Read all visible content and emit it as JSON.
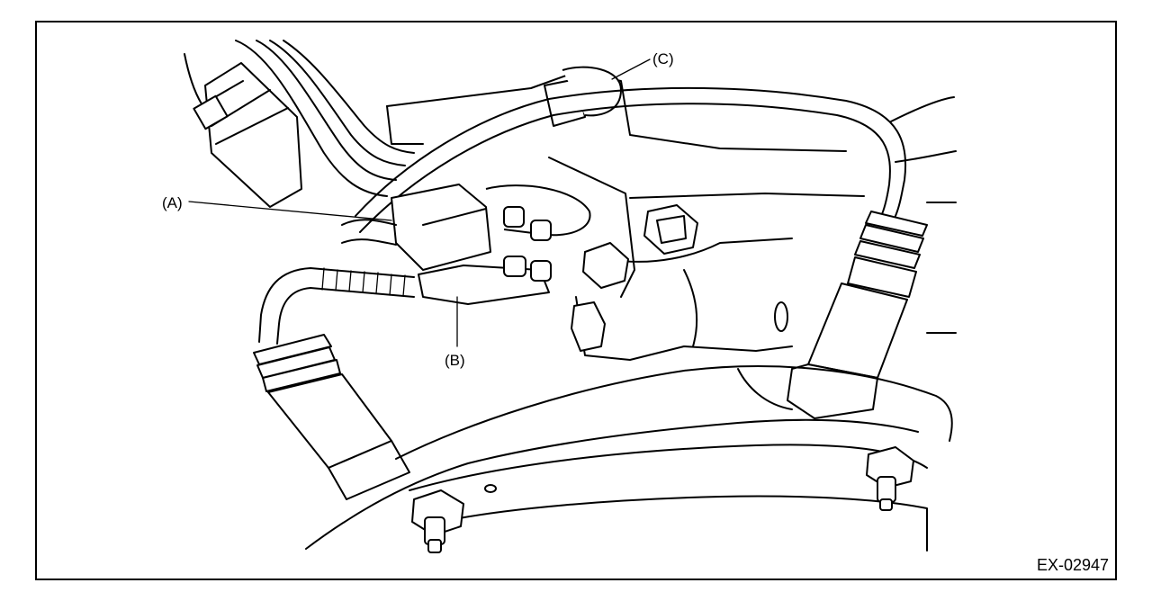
{
  "callouts": {
    "a": "(A)",
    "b": "(B)",
    "c": "(C)"
  },
  "figure_id": "EX-02947",
  "colors": {
    "ink": "#000000",
    "paper": "#ffffff"
  }
}
